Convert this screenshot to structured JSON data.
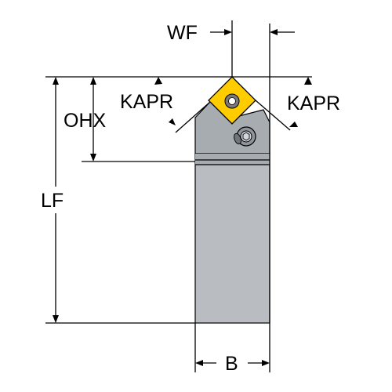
{
  "labels": {
    "wf": "WF",
    "ohx": "OHX",
    "kapr_left": "KAPR",
    "kapr_right": "KAPR",
    "lf": "LF",
    "b": "B"
  },
  "colors": {
    "insert_fill": "#FFCC00",
    "insert_hole": "#7A7A7A",
    "holder_light": "#B9BDC1",
    "holder_mid": "#A7ACB1",
    "holder_dark": "#8F959A",
    "outline": "#000000",
    "background": "#FFFFFF"
  },
  "icons": {
    "insert": "square-insert-icon",
    "clamp_screw": "hex-socket-screw-icon"
  }
}
